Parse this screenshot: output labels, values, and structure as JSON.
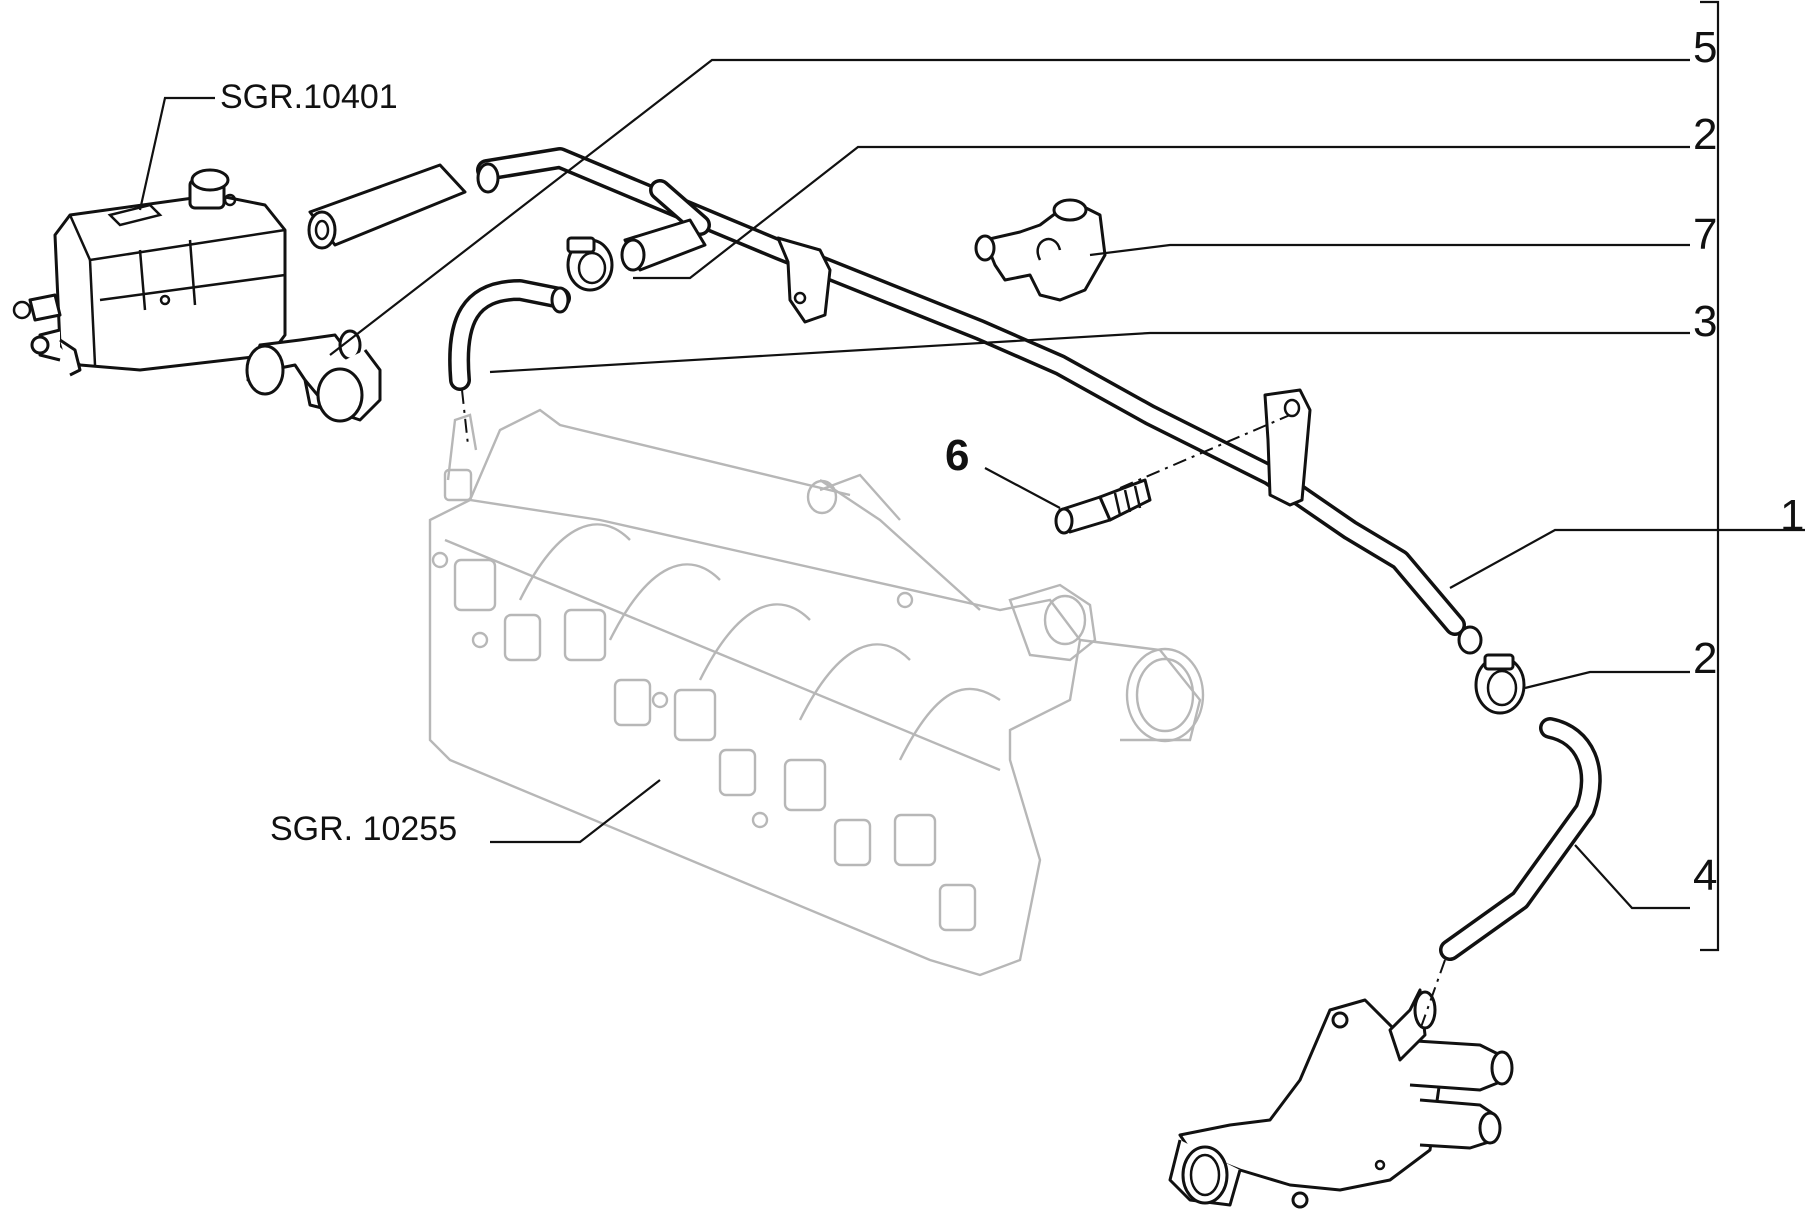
{
  "callouts": {
    "c5": "5",
    "c2_top": "2",
    "c7": "7",
    "c3": "3",
    "c6": "6",
    "c1": "1",
    "c2_bottom": "2",
    "c4": "4"
  },
  "references": {
    "expansion_tank": "SGR.10401",
    "intake_manifold": "SGR. 10255"
  }
}
